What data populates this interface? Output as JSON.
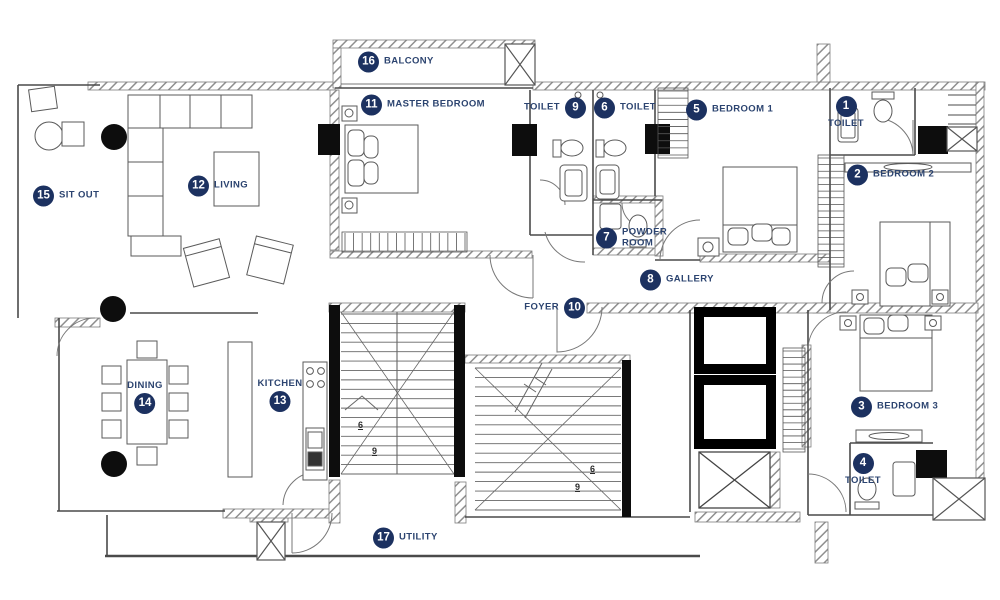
{
  "colors": {
    "marker_bg": "#1c3160",
    "label_color": "#2c4470",
    "wall": "#8f8f8f",
    "line": "#555555",
    "column": "#0d0d0d"
  },
  "rooms": [
    {
      "num": "1",
      "label": "TOILET"
    },
    {
      "num": "2",
      "label": "BEDROOM 2"
    },
    {
      "num": "3",
      "label": "BEDROOM 3"
    },
    {
      "num": "4",
      "label": "TOILET"
    },
    {
      "num": "5",
      "label": "BEDROOM 1"
    },
    {
      "num": "6",
      "label": "TOILET"
    },
    {
      "num": "7",
      "label": "POWDER ROOM"
    },
    {
      "num": "8",
      "label": "GALLERY"
    },
    {
      "num": "9",
      "label": "TOILET"
    },
    {
      "num": "10",
      "label": "FOYER"
    },
    {
      "num": "11",
      "label": "MASTER BEDROOM"
    },
    {
      "num": "12",
      "label": "LIVING"
    },
    {
      "num": "13",
      "label": "KITCHEN"
    },
    {
      "num": "14",
      "label": "DINING"
    },
    {
      "num": "15",
      "label": "SIT OUT"
    },
    {
      "num": "16",
      "label": "BALCONY"
    },
    {
      "num": "17",
      "label": "UTILITY"
    }
  ],
  "stair_notes": [
    {
      "text": "6"
    },
    {
      "text": "9"
    },
    {
      "text": "6"
    },
    {
      "text": "9"
    }
  ]
}
